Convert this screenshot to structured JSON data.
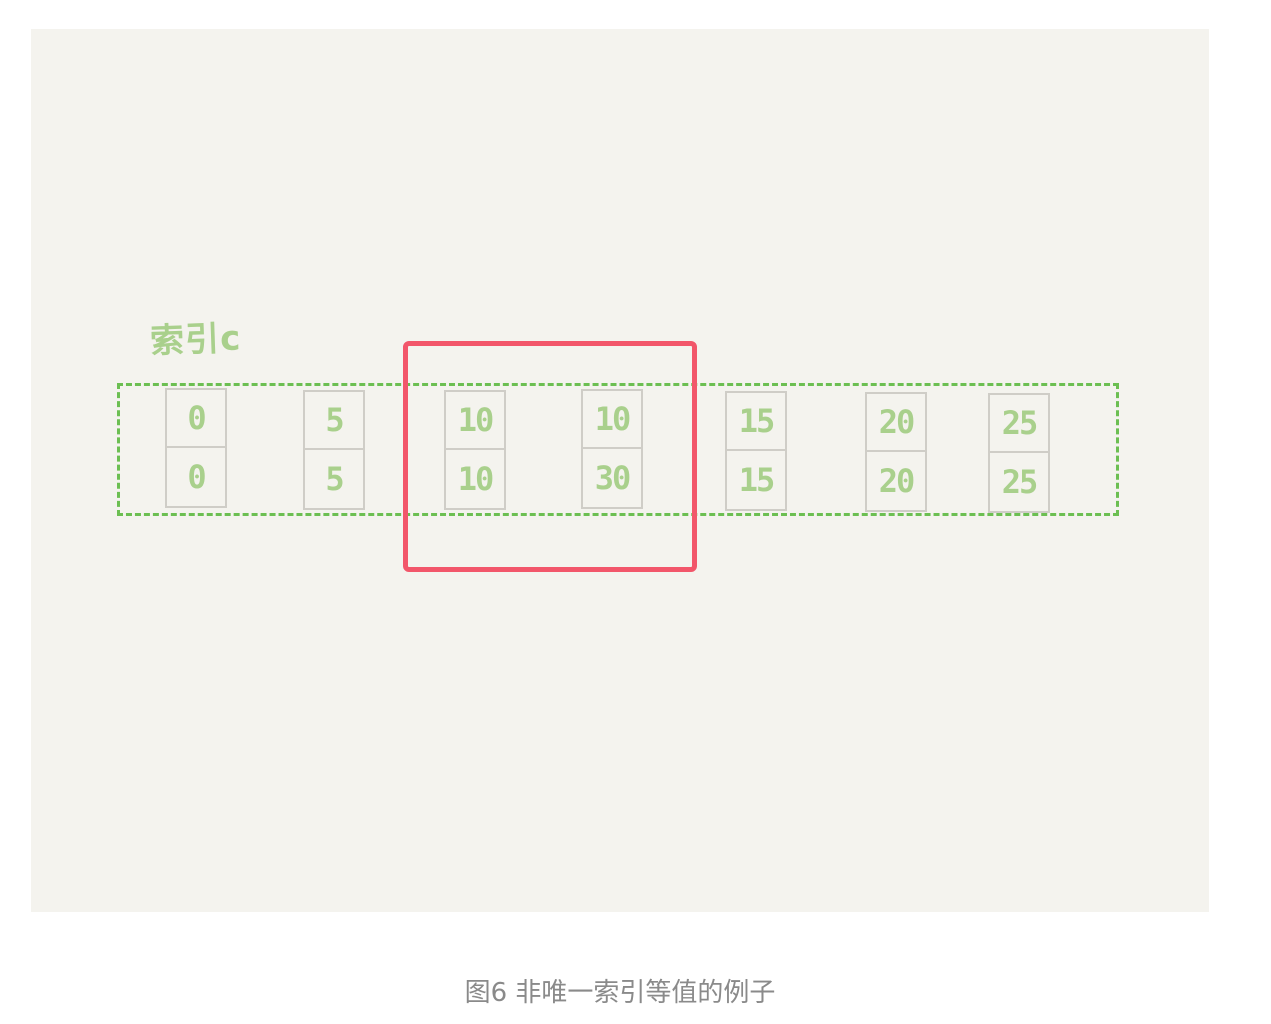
{
  "diagram": {
    "index_label": "索引c",
    "entries": [
      {
        "key": "0",
        "id": "0"
      },
      {
        "key": "5",
        "id": "5"
      },
      {
        "key": "10",
        "id": "10"
      },
      {
        "key": "10",
        "id": "30"
      },
      {
        "key": "15",
        "id": "15"
      },
      {
        "key": "20",
        "id": "20"
      },
      {
        "key": "25",
        "id": "25"
      }
    ],
    "colors": {
      "background": "#f4f3ee",
      "index_border": "#6cbf52",
      "value_text": "#a9d08c",
      "highlight": "#f2566a",
      "cell_border": "#cfcdc7"
    }
  },
  "caption": "图6 非唯一索引等值的例子"
}
